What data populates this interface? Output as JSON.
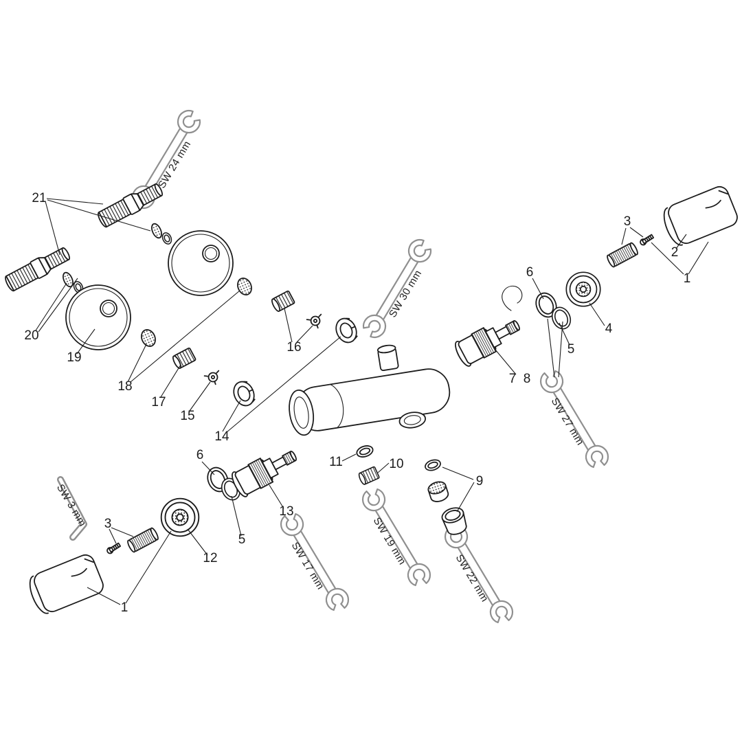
{
  "figure": {
    "background": "#ffffff",
    "ink_color": "#1c1c1c",
    "tool_color": "#8f8f8f"
  },
  "callouts": {
    "n1_right": "1",
    "n2": "2",
    "n3_right": "3",
    "n4": "4",
    "n5_right": "5",
    "n6_right": "6",
    "n7": "7",
    "n8": "8",
    "n9": "9",
    "n10": "10",
    "n11": "11",
    "n12": "12",
    "n13": "13",
    "n14": "14",
    "n15": "15",
    "n16": "16",
    "n17": "17",
    "n18": "18",
    "n19": "19",
    "n20": "20",
    "n21": "21",
    "n1_left": "1",
    "n3_left": "3",
    "n5_left": "5",
    "n6_left": "6"
  },
  "tools": {
    "sw24": "SW 24 mm",
    "sw30": "SW 30 mm",
    "sw27": "SW 27 mm",
    "sw17": "SW 17 mm",
    "sw19": "SW 19 mm",
    "sw22": "SW 22 mm",
    "sw3": "SW 3 mm"
  }
}
